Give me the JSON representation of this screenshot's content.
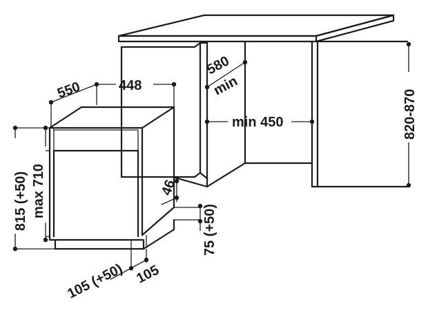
{
  "dimensions": {
    "depth_550": "550",
    "width_448": "448",
    "niche_depth_580": "580",
    "niche_depth_min": "min",
    "niche_width": "min 450",
    "niche_height": "820-870",
    "total_height": "815 (+50)",
    "door_height": "max 710",
    "plinth_gap": "46",
    "plinth_height": "75 (+50)",
    "plinth_depth": "105 (+50)",
    "plinth_offset": "105"
  },
  "colors": {
    "line": "#1a1a1a",
    "background": "#ffffff"
  }
}
